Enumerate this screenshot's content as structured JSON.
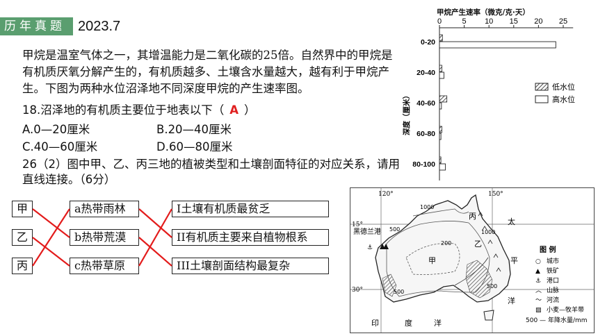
{
  "header": {
    "badge": "历年真题",
    "year": "2023.7"
  },
  "passage": "甲烷是温室气体之一，其增温能力是二氧化碳的25倍。自然界中的甲烷是有机质厌氧分解产生的，有机质越多、土壤含水量越大，越有利于甲烷产生。下图为两种水位沼泽地不同深度甲烷的产生速率图。",
  "q18": {
    "stem": "18.沼泽地的有机质主要位于地表以下（",
    "answer": "A",
    "close": "）",
    "options": [
      "A.0—20厘米",
      "B.20—40厘米",
      "C.40—60厘米",
      "D.60—80厘米"
    ]
  },
  "q26": {
    "stem": "26（2）图中甲、乙、丙三地的植被类型和土壤剖面特征的对应关系，请用直线连接。（6分）"
  },
  "matching": {
    "places": [
      "甲",
      "乙",
      "丙"
    ],
    "vegetation": [
      "a热带雨林",
      "b热带荒漠",
      "c热带草原"
    ],
    "soil": [
      "I土壤有机质最贫乏",
      "II有机质主要来自植物根系",
      "III土壤剖面结构最复杂"
    ],
    "line_color": "#e31b1b"
  },
  "chart_data": {
    "type": "bar",
    "orientation": "horizontal",
    "title": "甲烷产生速率（微克/克·天）",
    "ylabel": "深度（厘米）",
    "categories": [
      "0-20",
      "20-40",
      "40-60",
      "60-80",
      "80-100"
    ],
    "xticks": [
      0,
      5,
      10,
      15,
      20,
      25
    ],
    "xlim": [
      0,
      27
    ],
    "series": [
      {
        "name": "低水位",
        "pattern": "hatched",
        "values": [
          0.6,
          0.5,
          1.5,
          0.5,
          0.3
        ]
      },
      {
        "name": "高水位",
        "pattern": "white",
        "values": [
          23.5,
          0.9,
          0.4,
          0.3,
          1.2
        ]
      }
    ],
    "legend": "right"
  },
  "map": {
    "lat_labels": [
      "15°",
      "30°"
    ],
    "lon_labels": [
      "120°",
      "150°"
    ],
    "isolines": [
      "1000",
      "500",
      "200",
      "1000",
      "500",
      "500"
    ],
    "places": {
      "port": "黑德兰港",
      "jia": "甲",
      "yi": "乙",
      "bing": "丙"
    },
    "ocean": [
      "太",
      "平",
      "洋",
      "印",
      "度",
      "洋"
    ],
    "legend_title": "图 例",
    "legend_items": [
      "城市",
      "铁矿",
      "港口",
      "山脉",
      "河流",
      "小麦—牧羊带",
      "年降水量/mm"
    ],
    "legend_isoline_value": "500",
    "legend_symbols": [
      "○",
      "▲",
      "⚓",
      "︿",
      "～",
      "▨",
      "—"
    ]
  }
}
